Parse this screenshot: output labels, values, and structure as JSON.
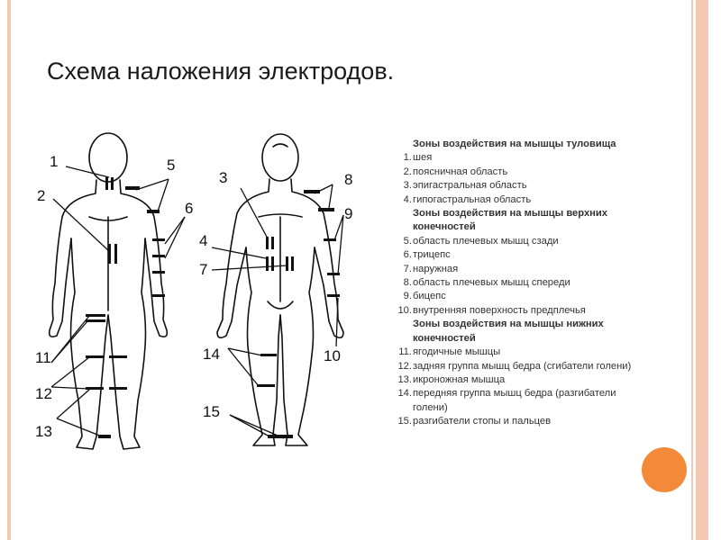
{
  "title": "Схема наложения электродов.",
  "colors": {
    "accent_border": "#f4c9b4",
    "accent_circle": "#f28a3a"
  },
  "figure_labels": [
    "1",
    "2",
    "3",
    "4",
    "5",
    "6",
    "7",
    "8",
    "9",
    "10",
    "11",
    "12",
    "13",
    "14",
    "15"
  ],
  "legend": {
    "torso_heading": "Зоны воздействия на мышцы туловища",
    "torso_items": [
      {
        "num": "1.",
        "text": "шея"
      },
      {
        "num": "2.",
        "text": "поясничная область"
      },
      {
        "num": "3.",
        "text": "эпигастральная область"
      },
      {
        "num": "4.",
        "text": "гипогастральная область"
      }
    ],
    "upper_heading_1": "Зоны воздействия на мышцы верхних",
    "upper_heading_2": "конечностей",
    "upper_items": [
      {
        "num": "5.",
        "text": "область плечевых мышц сзади"
      },
      {
        "num": "6.",
        "text": "трицепс"
      },
      {
        "num": "7.",
        "text": "наружная"
      },
      {
        "num": "8.",
        "text": "область плечевых мышц спереди"
      },
      {
        "num": "9.",
        "text": "бицепс"
      },
      {
        "num": "10.",
        "text": "внутренняя поверхность предплечья"
      }
    ],
    "lower_heading_1": "Зоны воздействия на мышцы нижних",
    "lower_heading_2": "конечностей",
    "lower_items": [
      {
        "num": "11.",
        "text": "ягодичные мышцы"
      },
      {
        "num": "12.",
        "text": "задняя группа мышц бедра (сгибатели голени)"
      },
      {
        "num": "13.",
        "text": "икроножная мышца"
      },
      {
        "num": "14.",
        "text": "передняя группа мышц бедра (разгибатели"
      },
      {
        "num": "",
        "text": "голени)"
      },
      {
        "num": "15.",
        "text": "разгибатели стопы и пальцев"
      }
    ]
  }
}
